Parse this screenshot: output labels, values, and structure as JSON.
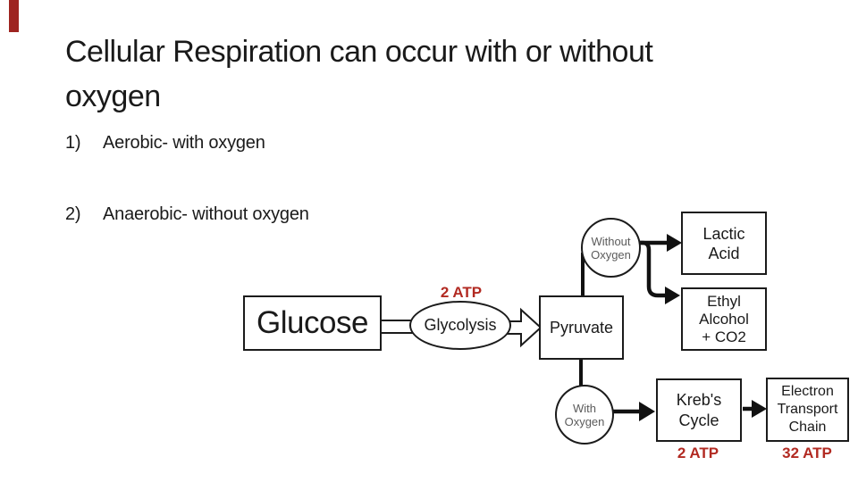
{
  "colors": {
    "accent_bar": "#9e2420",
    "atp_red": "#b22a22",
    "circle_text": "#5b5b5b",
    "ink": "#1a1a1a"
  },
  "slide": {
    "title_lines": [
      "Cellular Respiration can occur with or without",
      "oxygen"
    ],
    "bullets": [
      {
        "number": "1)",
        "text": "Aerobic- with oxygen"
      },
      {
        "number": "2)",
        "text": "Anaerobic- without oxygen"
      }
    ]
  },
  "diagram": {
    "glucose": {
      "label": "Glucose"
    },
    "glycolysis": {
      "label": "Glycolysis",
      "atp": "2 ATP"
    },
    "pyruvate": {
      "label": "Pyruvate"
    },
    "without_oxygen": {
      "line1": "Without",
      "line2": "Oxygen"
    },
    "lactic_acid": {
      "line1": "Lactic",
      "line2": "Acid"
    },
    "ethyl_alcohol": {
      "line1": "Ethyl",
      "line2": "Alcohol",
      "line3": "+ CO2"
    },
    "with_oxygen": {
      "line1": "With",
      "line2": "Oxygen"
    },
    "krebs_cycle": {
      "line1": "Kreb's",
      "line2": "Cycle",
      "atp": "2 ATP"
    },
    "electron_transport": {
      "line1": "Electron",
      "line2": "Transport",
      "line3": "Chain",
      "atp": "32 ATP"
    }
  }
}
